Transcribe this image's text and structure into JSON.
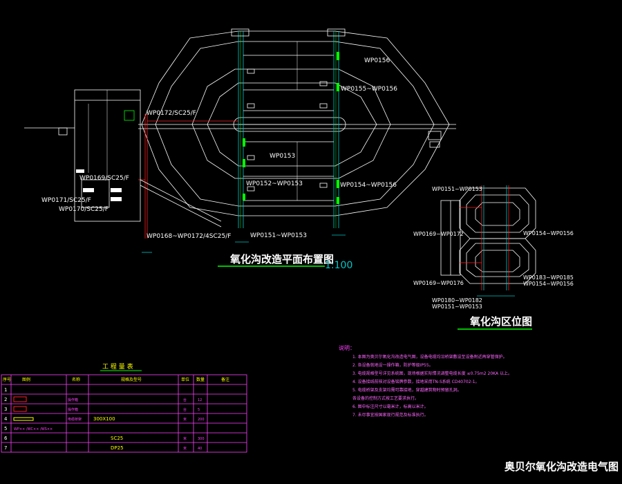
{
  "plan": {
    "title": "氧化沟改造平面布置图",
    "scale": "1:100",
    "labels": {
      "wp0172_sc25": "WP0172/SC25/F",
      "wp0169_sc25": "WP0169/SC25/F",
      "wp0171_sc25": "WP0171/SC25/F",
      "wp0170_sc25": "WP0170/SC25/F",
      "wp0168_4sc25": "WP0168~WP0172/4SC25/F",
      "wp0156": "WP0156",
      "wp0155_0156": "WP0155~WP0156",
      "wp0153": "WP0153",
      "wp0152_0153": "WP0152~WP0153",
      "wp0154_0156": "WP0154~WP0156",
      "wp0151_0153": "WP0151~WP0153"
    }
  },
  "location": {
    "title": "氧化沟区位图",
    "labels": {
      "wp0151_0153_top": "WP0151~WP0153",
      "wp0169_0172": "WP0169~WP0172",
      "wp0154_0156_right": "WP0154~WP0156",
      "wp0169_0176": "WP0169~WP0176",
      "wp0183_0185": "WP0183~WP0185",
      "wp0154_0156_b": "WP0154~WP0156",
      "wp0180_0182": "WP0180~WP0182",
      "wp0151_0153_b": "WP0151~WP0153"
    }
  },
  "notes": {
    "head": "说明：",
    "lines": [
      "1.  本图为奥贝尔氧化沟改造电气图，设备电缆均沿桥架敷设至设备附近再穿管保护。",
      "2.  各设备就地设一操作箱，防护等级IP55。",
      "3.  电缆规格型号详见系统图，现场根据实际情况调整电缆长度 ≤0.75m2 20KA 以上。",
      "4.  设备接线前核对设备铭牌参数，接地采用TN-S系统 CD40702-1。",
      "5.  电缆桥架及支架均需可靠接地，穿越建筑物时预留孔洞。",
      "    各设备的控制方式按工艺要求执行。",
      "6.  图中标注尺寸以毫米计，标高以米计。",
      "7.  未尽事宜按国家现行规范及标准执行。"
    ]
  },
  "table": {
    "title": "工 程 量 表",
    "headers": [
      "序号",
      "图例",
      "名称",
      "规格及型号",
      "单位",
      "数量",
      "备注"
    ],
    "rows": [
      {
        "no": "1",
        "legend": "",
        "name": "",
        "spec": "",
        "unit": "",
        "qty": "",
        "remark": ""
      },
      {
        "no": "2",
        "legend": "rect",
        "name": "操作箱",
        "spec": "",
        "unit": "台",
        "qty": "12",
        "remark": ""
      },
      {
        "no": "3",
        "legend": "rect",
        "name": "操作箱",
        "spec": "",
        "unit": "台",
        "qty": "5",
        "remark": ""
      },
      {
        "no": "4",
        "legend": "bar",
        "name": "电缆桥架",
        "spec": "300X100",
        "unit": "米",
        "qty": "200",
        "remark": ""
      },
      {
        "no": "5",
        "legend": "WP×× /WC×× /WS××",
        "name": "",
        "spec": "",
        "unit": "",
        "qty": "",
        "remark": ""
      },
      {
        "no": "6",
        "legend": "",
        "name": "",
        "spec": "SC25",
        "unit": "米",
        "qty": "300",
        "remark": ""
      },
      {
        "no": "7",
        "legend": "",
        "name": "",
        "spec": "DP25",
        "unit": "米",
        "qty": "40",
        "remark": ""
      }
    ]
  },
  "drawing_title": "奥贝尔氧化沟改造电气图",
  "colors": {
    "bg": "#000000",
    "line": "#ffffff",
    "cyan": "#00c8c8",
    "red": "#ff2020",
    "magenta": "#ff40ff",
    "yellow": "#ffff00",
    "green": "#00ff00"
  }
}
